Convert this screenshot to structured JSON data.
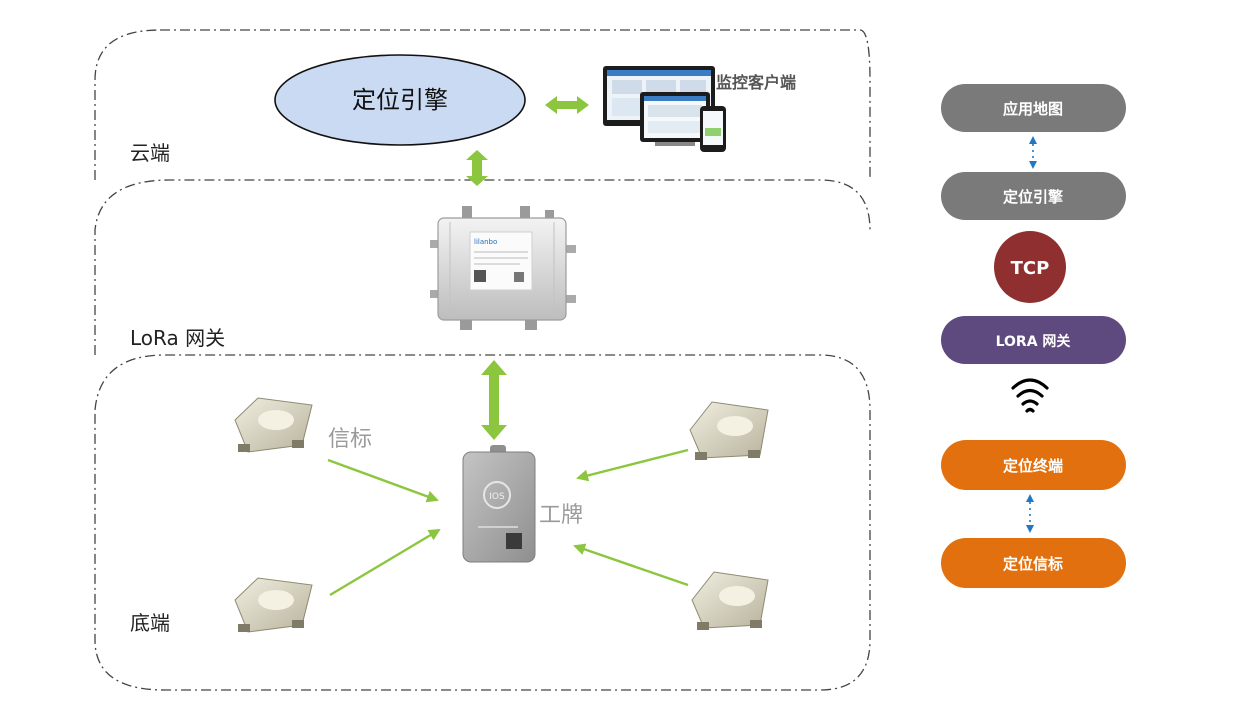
{
  "left_diagram": {
    "zones": {
      "cloud": "云端",
      "gateway": "LoRa 网关",
      "bottom": "底端"
    },
    "engine_label": "定位引擎",
    "client_label": "监控客户端",
    "beacon_label": "信标",
    "badge_label": "工牌",
    "badge_logo": "IOS",
    "device_text": "lilanbo"
  },
  "right_stack": {
    "items": [
      {
        "label": "应用地图",
        "color": "#7a7a7a"
      },
      {
        "label": "定位引擎",
        "color": "#7a7a7a"
      },
      {
        "label": "TCP",
        "color": "#8f2f2f"
      },
      {
        "label": "LORA 网关",
        "color": "#5e4a7e"
      },
      {
        "label": "wifi-icon",
        "color": "#000000"
      },
      {
        "label": "定位终端",
        "color": "#e3700f"
      },
      {
        "label": "定位信标",
        "color": "#e3700f"
      }
    ],
    "connector_color": "#1f77c5"
  },
  "colors": {
    "arrow_green": "#8cc63f",
    "engine_fill": "#c9daf2",
    "zone_stroke": "#444444",
    "device_shell": "#d7d7d7",
    "badge_shell": "#a9a9a9"
  }
}
